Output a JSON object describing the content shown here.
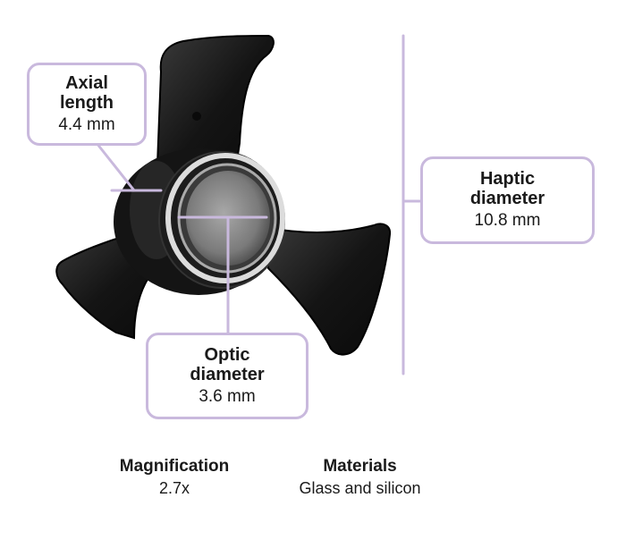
{
  "callouts": {
    "axial": {
      "title_line1": "Axial",
      "title_line2": "length",
      "value": "4.4 mm"
    },
    "haptic": {
      "title_line1": "Haptic",
      "title_line2": "diameter",
      "value": "10.8 mm"
    },
    "optic": {
      "title_line1": "Optic",
      "title_line2": "diameter",
      "value": "3.6 mm"
    }
  },
  "specs": {
    "magnification": {
      "label": "Magnification",
      "value": "2.7x"
    },
    "materials": {
      "label": "Materials",
      "value": "Glass and silicon"
    }
  },
  "colors": {
    "leader_line": "#c9b9dd",
    "callout_border": "#c9b9dd",
    "lens_body": "#141414",
    "lens_rim": "#d9d9d9",
    "lens_glass": "#8c8c8c"
  }
}
